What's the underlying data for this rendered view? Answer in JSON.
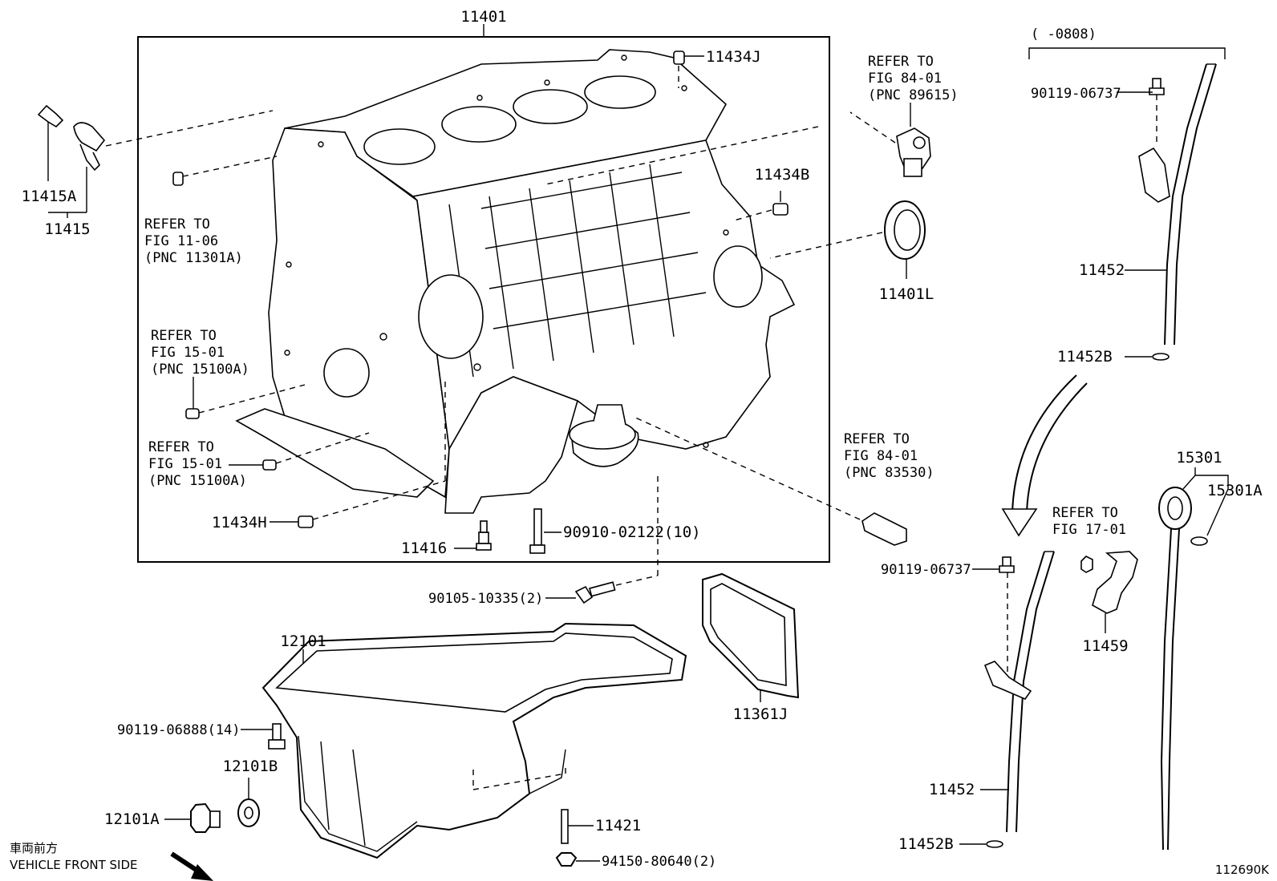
{
  "diagram": {
    "block_assembly": "11401",
    "block_seal": "11401L",
    "pin_top": "11434J",
    "pin_side": "11434B",
    "pin_bottom": "11434H",
    "sensor_assembly": "11415",
    "sensor_part": "11415A",
    "bolt_block": "11416",
    "stud_block": "90910-02122(10)",
    "bolt_pan_block": "90105-10335(2)",
    "oil_pan": "12101",
    "drain_plug": "12101A",
    "drain_gasket": "12101B",
    "pan_bolt": "90119-06888(14)",
    "pan_stud": "11421",
    "pan_nut": "94150-80640(2)",
    "baffle": "11361J",
    "guide_upper": "11452",
    "oring_upper": "11452B",
    "guide_bolt_upper": "90119-06737",
    "guide_lower": "11452",
    "oring_lower": "11452B",
    "guide_bolt_lower": "90119-06737",
    "clamp": "11459",
    "dipstick_assembly": "15301",
    "dipstick_oring": "15301A",
    "date_range": "(      -0808)",
    "figure_code": "112690K",
    "front_side_jp": "車両前方",
    "front_side_en": "VEHICLE FRONT SIDE",
    "refs": {
      "r1": [
        "REFER TO",
        "FIG 11-06",
        "(PNC 11301A)"
      ],
      "r2": [
        "REFER TO",
        "FIG 15-01",
        "(PNC 15100A)"
      ],
      "r3": [
        "REFER TO",
        "FIG 15-01",
        "(PNC 15100A)"
      ],
      "r4": [
        "REFER TO",
        "FIG 84-01",
        "(PNC 89615)"
      ],
      "r5": [
        "REFER TO",
        "FIG 84-01",
        "(PNC 83530)"
      ],
      "r6": [
        "REFER TO",
        "FIG 17-01"
      ]
    }
  }
}
